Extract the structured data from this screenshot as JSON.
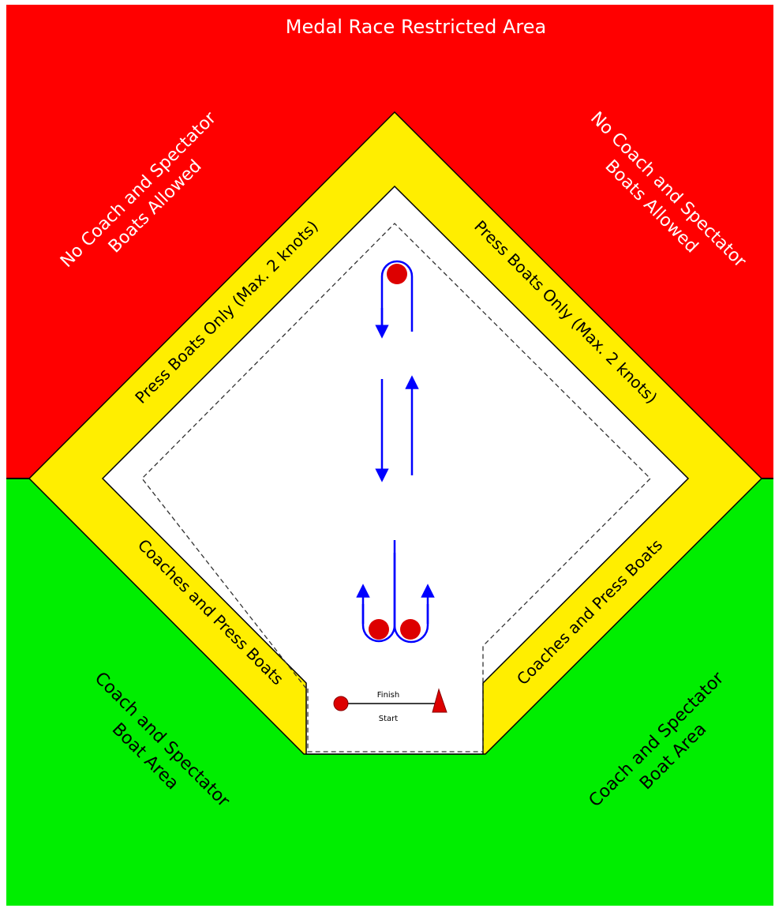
{
  "title": "Medal Race Restricted Area",
  "zones": {
    "restricted_left": {
      "line1": "No Coach and Spectator",
      "line2": "Boats Allowed"
    },
    "restricted_right": {
      "line1": "No Coach and Spectator",
      "line2": "Boats Allowed"
    },
    "press_left": "Press Boats Only (Max. 2 knots)",
    "press_right": "Press Boats Only (Max. 2 knots)",
    "coaches_press_left": "Coaches and Press Boats",
    "coaches_press_right": "Coaches and Press Boats",
    "spectator_left": {
      "line1": "Coach and Spectator",
      "line2": "Boat Area"
    },
    "spectator_right": {
      "line1": "Coach and Spectator",
      "line2": "Boat Area"
    }
  },
  "finish_label": "Finish",
  "start_label": "Start",
  "colors": {
    "restricted": "#ff0000",
    "spectator": "#00ee00",
    "press": "#ffee00",
    "course": "#ffffff",
    "route": "#0000ff",
    "mark": "#dd0000",
    "border": "#000000"
  },
  "icons": [
    "windward-mark-icon",
    "leeward-gate-left-icon",
    "leeward-gate-right-icon",
    "finish-pin-icon",
    "committee-boat-icon"
  ]
}
